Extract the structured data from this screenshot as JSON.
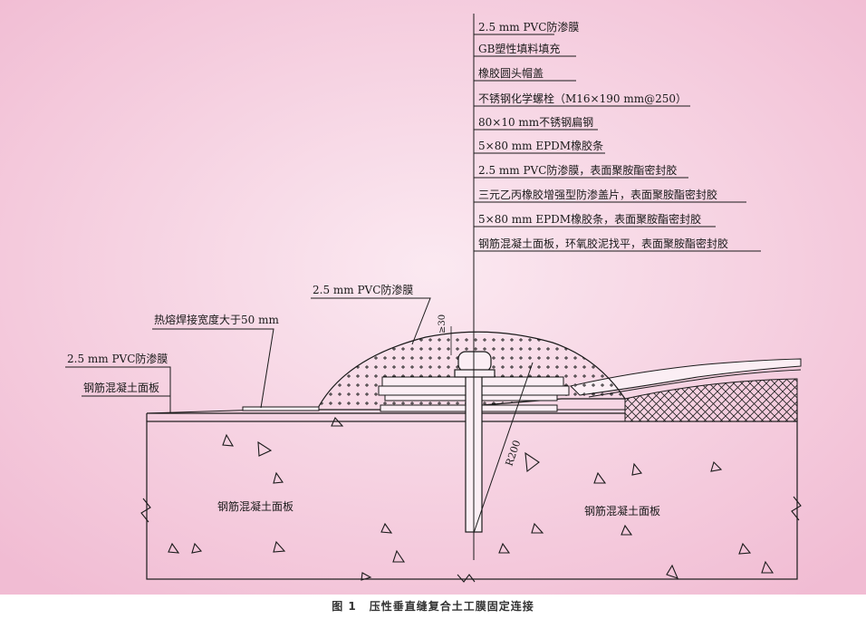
{
  "figure": {
    "caption_number": "图 1",
    "caption_text": "压性垂直缝复合土工膜固定连接",
    "colors": {
      "background_center": "#fbe9f1",
      "background_edge": "#f1bcd3",
      "line": "#1a1a1a"
    }
  },
  "callouts": [
    "2.5 mm PVC防渗膜",
    "GB塑性填料填充",
    "橡胶圆头帽盖",
    "不锈钢化学螺栓（M16×190 mm@250）",
    "80×10 mm不锈钢扁钢",
    "5×80 mm EPDM橡胶条",
    "2.5 mm PVC防渗膜，表面聚胺酯密封胶",
    "三元乙丙橡胶增强型防渗盖片，表面聚胺酯密封胶",
    "5×80 mm EPDM橡胶条，表面聚胺酯密封胶",
    "钢筋混凝土面板，环氧胶泥找平，表面聚胺酯密封胶"
  ],
  "labels": {
    "pvc_top": "2.5 mm PVC防渗膜",
    "weld": "热熔焊接宽度大于50 mm",
    "pvc_left": "2.5 mm PVC防渗膜",
    "slab_left_note": "钢筋混凝土面板",
    "slab_left": "钢筋混凝土面板",
    "slab_right": "钢筋混凝土面板",
    "dim_30": "≥30",
    "dim_r200": "R200"
  }
}
